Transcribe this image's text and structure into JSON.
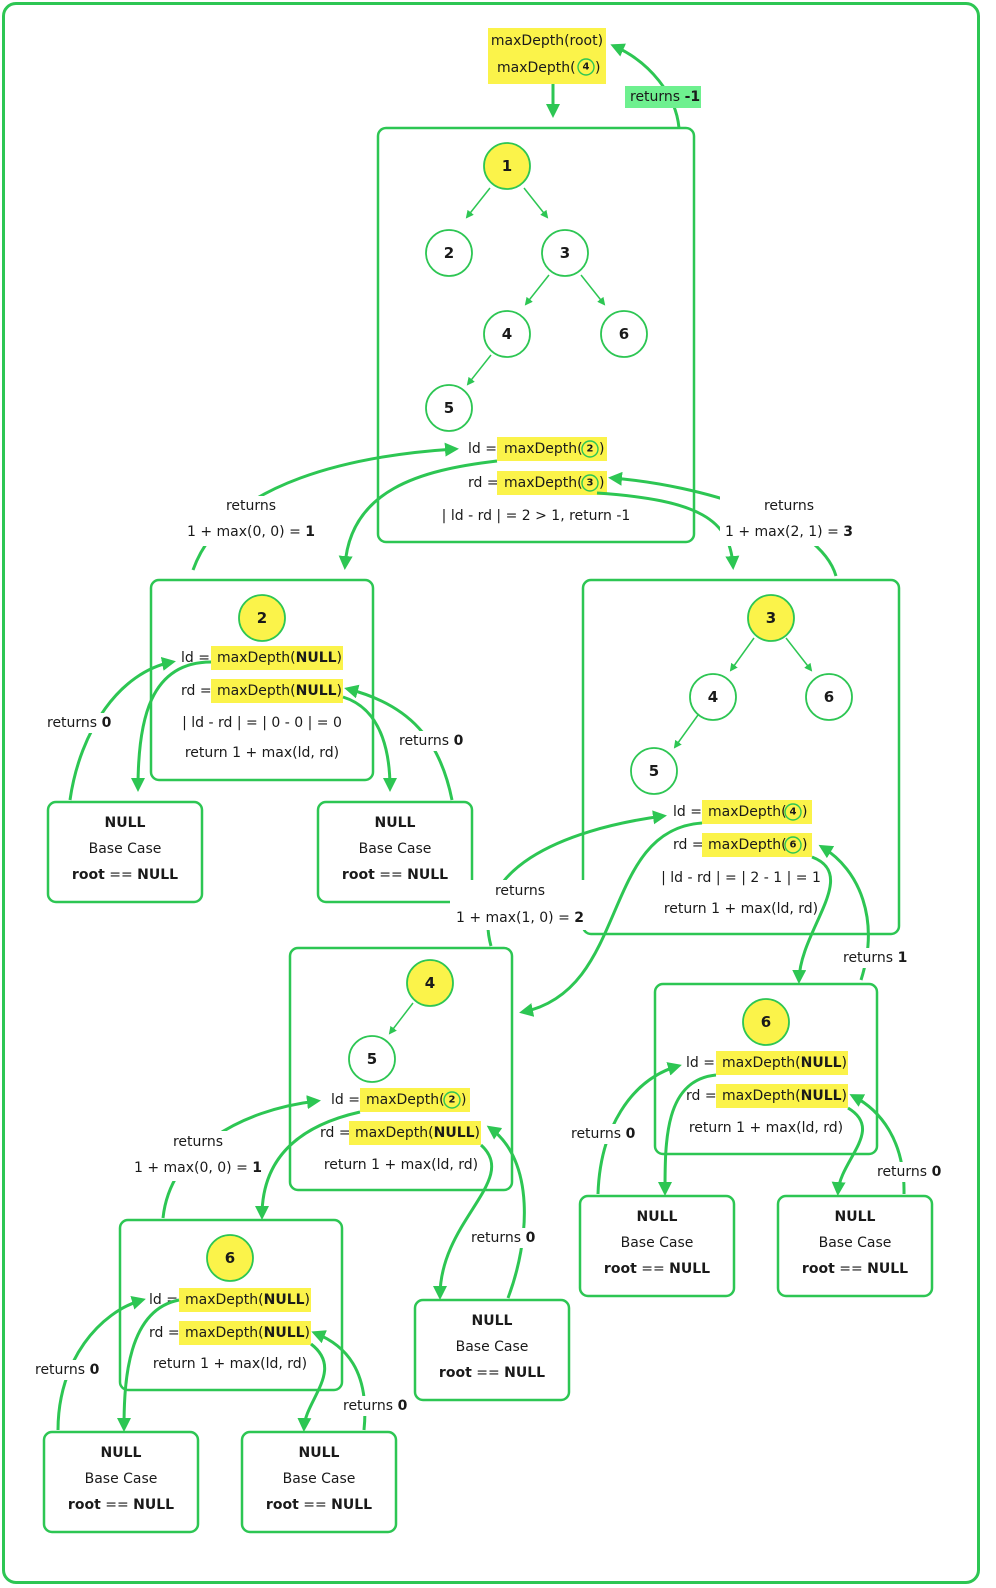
{
  "colors": {
    "green": "#2dc653",
    "highlight": "#fbf34a",
    "return_badge": "#6ef08f"
  },
  "top": {
    "call": "maxDepth(root)",
    "call_prefix": "maxDepth(",
    "call_node": "4",
    "call_suffix": ")",
    "returns_word": "returns",
    "returns_value": "-1"
  },
  "frames": {
    "root": {
      "nodes": [
        "1",
        "2",
        "3",
        "4",
        "6",
        "5"
      ],
      "ld_label": "ld =",
      "ld_call_prefix": "maxDepth(",
      "ld_node": "2",
      "rd_label": "rd =",
      "rd_call_prefix": "maxDepth(",
      "rd_node": "3",
      "close": ")",
      "cond": "| ld - rd | = 2 > 1, return -1"
    },
    "n2": {
      "node": "2",
      "ld_label": "ld =",
      "rd_label": "rd =",
      "call_prefix": "maxDepth(",
      "null_word": "NULL",
      "close": ")",
      "cond": "| ld - rd | = | 0 - 0 | = 0",
      "ret": "return 1 + max(ld, rd)"
    },
    "n3": {
      "nodes": [
        "3",
        "4",
        "6",
        "5"
      ],
      "ld_label": "ld =",
      "ld_node": "4",
      "rd_label": "rd =",
      "rd_node": "6",
      "call_prefix": "maxDepth(",
      "close": ")",
      "cond": "| ld - rd | = | 2 - 1 | = 1",
      "ret": "return 1 + max(ld, rd)"
    },
    "n4": {
      "nodes": [
        "4",
        "5"
      ],
      "ld_label": "ld =",
      "ld_node": "2",
      "rd_label": "rd =",
      "call_prefix": "maxDepth(",
      "null_word": "NULL",
      "close": ")",
      "ret": "return 1 + max(ld, rd)"
    },
    "n6a": {
      "node": "6",
      "ld_label": "ld =",
      "rd_label": "rd =",
      "call_prefix": "maxDepth(",
      "null_word": "NULL",
      "close": ")",
      "ret": "return 1 + max(ld, rd)"
    },
    "n6b": {
      "node": "6",
      "ld_label": "ld =",
      "rd_label": "rd =",
      "call_prefix": "maxDepth(",
      "null_word": "NULL",
      "close": ")",
      "ret": "return 1 + max(ld, rd)"
    }
  },
  "base_case": {
    "title": "NULL",
    "subtitle": "Base Case",
    "cond_bold": "root",
    "cond_op": " == ",
    "cond_null": "NULL"
  },
  "returns": {
    "word": "returns",
    "r2_expr": "1 + max(0, 0) = ",
    "r2_val": "1",
    "r3_expr": "1 + max(2, 1) = ",
    "r3_val": "3",
    "r4_expr": "1 + max(1, 0) = ",
    "r4_val": "2",
    "r6a_expr": "1 + max(0, 0) = ",
    "r6a_val": "1",
    "zero": "0",
    "one": "1"
  }
}
